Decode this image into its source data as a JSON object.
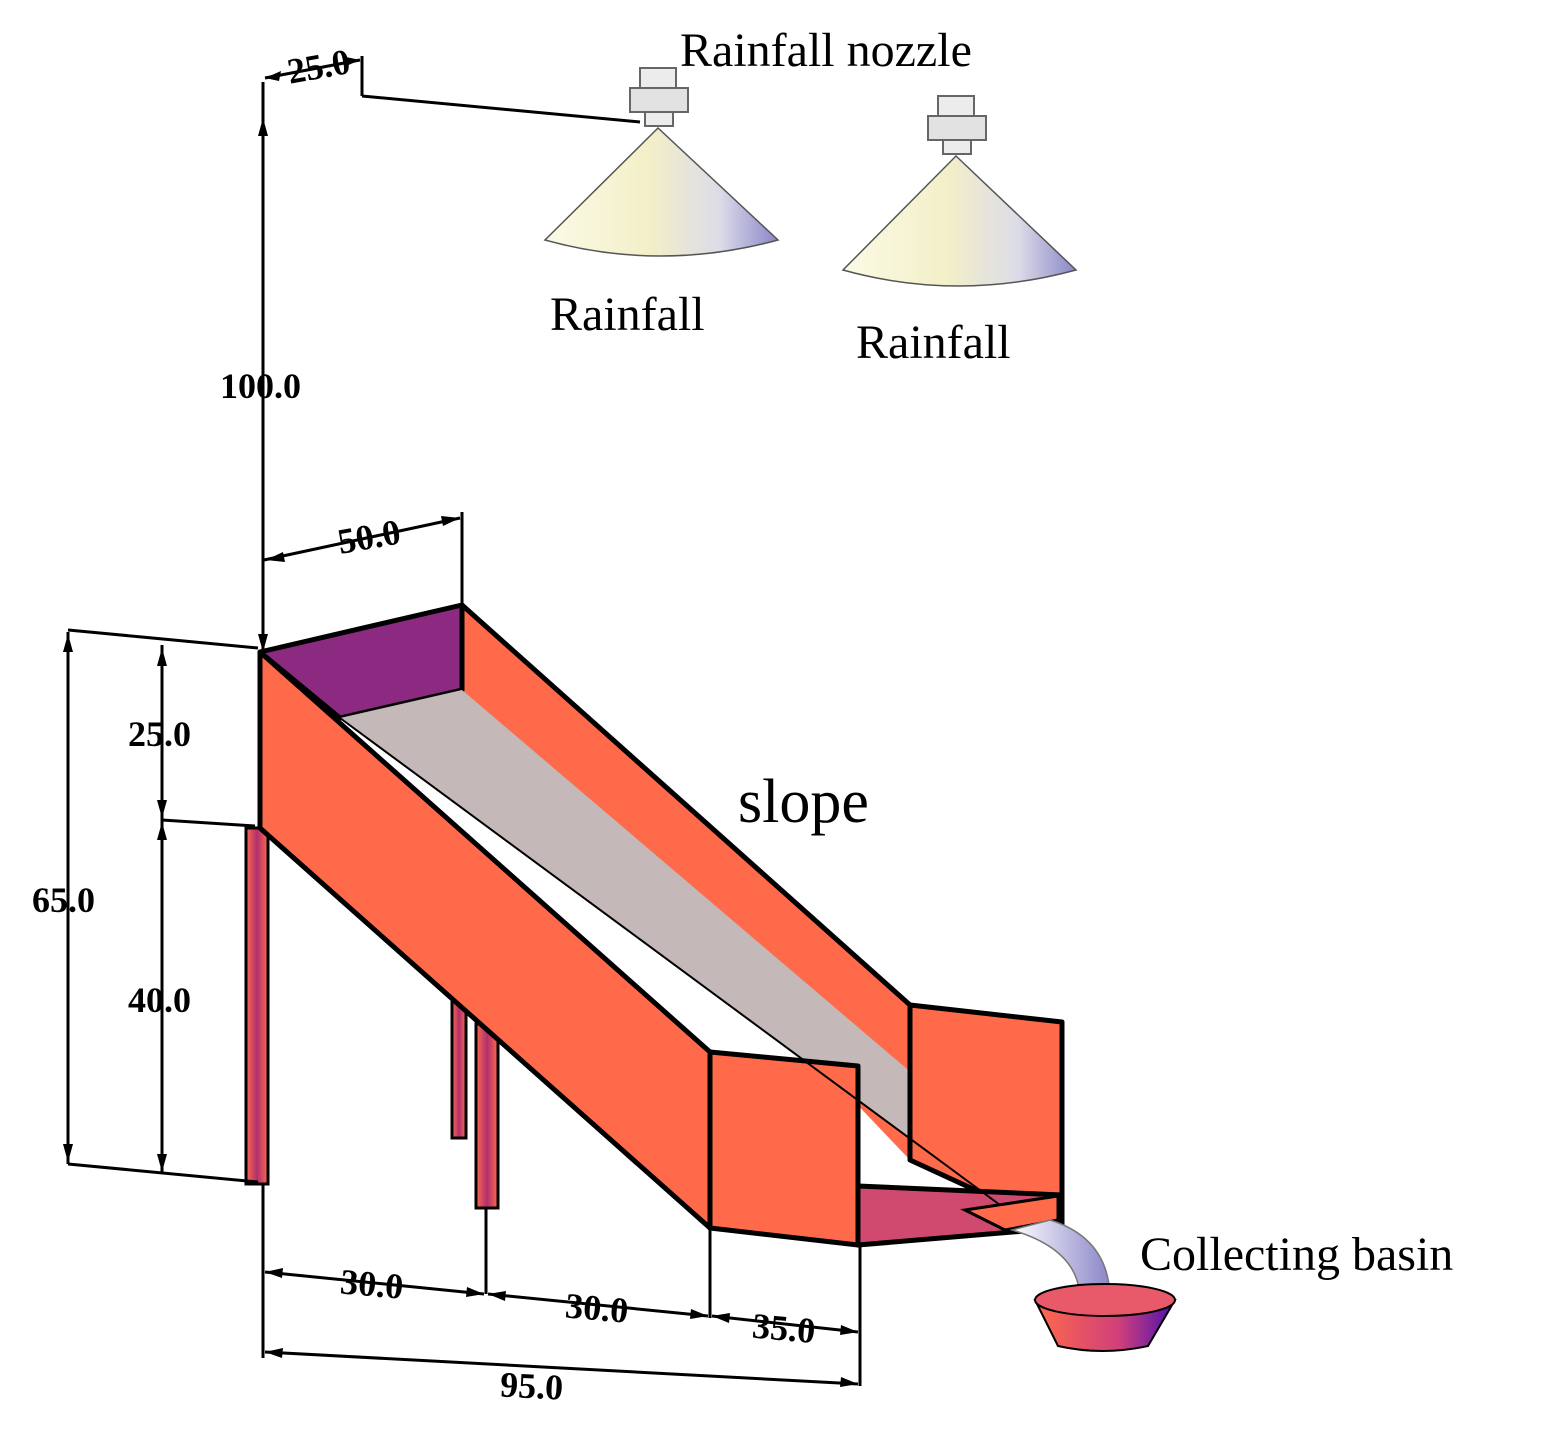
{
  "labels": {
    "nozzle": "Rainfall nozzle",
    "rainfall_1": "Rainfall",
    "rainfall_2": "Rainfall",
    "slope": "slope",
    "basin": "Collecting basin"
  },
  "dimensions": {
    "nozzle_offset": "25.0",
    "nozzle_height": "100.0",
    "flume_width": "50.0",
    "upper_depth": "25.0",
    "total_height": "65.0",
    "lower_height": "40.0",
    "seg_1": "30.0",
    "seg_2": "30.0",
    "seg_3": "35.0",
    "total_length": "95.0"
  },
  "colors": {
    "flume": "#ff6a4a",
    "flume_inner": "#8c2a82",
    "bed": "#c4b8b8",
    "nozzle": "#f6f3cf",
    "basin": "#e0406a",
    "legs": "#c23a6a"
  }
}
